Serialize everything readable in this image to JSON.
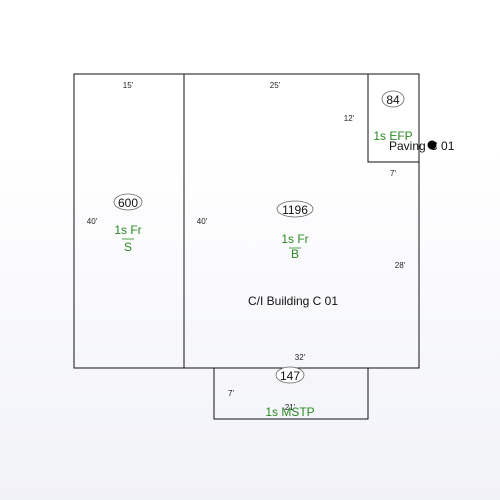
{
  "sections": [
    {
      "id": "S",
      "area": "600",
      "code": "1s Fr",
      "sub": "S",
      "width_label": "15'",
      "height_label": "40'"
    },
    {
      "id": "B",
      "area": "1196",
      "code": "1s Fr",
      "sub": "B",
      "top_label": "25'",
      "left_label": "40'",
      "right_label": "28'",
      "notch_w_label": "12'",
      "notch_h_label": "7'",
      "bottom_label": "32'"
    },
    {
      "id": "EFP",
      "area": "84",
      "code": "1s EFP"
    },
    {
      "id": "MSTP",
      "area": "147",
      "code": "1s MSTP",
      "side_label": "7'",
      "bottom_label": "21'"
    }
  ],
  "building_label": "C/I Building C 01",
  "paving_label": "Paving C 01",
  "colors": {
    "line": "#111111",
    "code_text": "#2a8a22",
    "point": "#000000"
  }
}
